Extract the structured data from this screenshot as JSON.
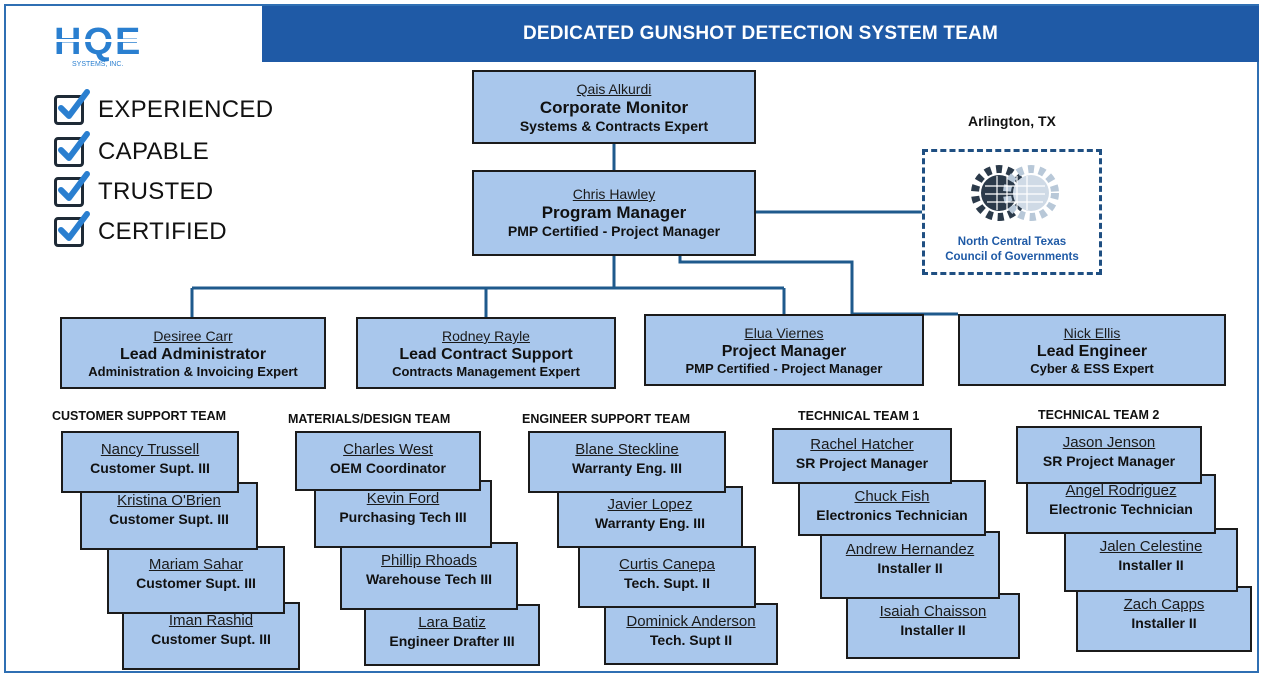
{
  "header": {
    "title": "DEDICATED GUNSHOT DETECTION SYSTEM TEAM"
  },
  "logo": {
    "text": "HQE",
    "subtext": "SYSTEMS, INC."
  },
  "checklist": [
    "EXPERIENCED",
    "CAPABLE",
    "TRUSTED",
    "CERTIFIED"
  ],
  "partner": {
    "city": "Arlington, TX",
    "line1": "North Central Texas",
    "line2": "Council of Governments"
  },
  "corporate_monitor": {
    "name": "Qais Alkurdi",
    "role": "Corporate Monitor",
    "subtitle": "Systems & Contracts Expert"
  },
  "program_manager": {
    "name": "Chris Hawley",
    "role": "Program Manager",
    "subtitle": "PMP Certified - Project  Manager"
  },
  "leads": [
    {
      "name": "Desiree Carr",
      "role": "Lead Administrator",
      "subtitle": "Administration & Invoicing Expert"
    },
    {
      "name": "Rodney Rayle",
      "role": "Lead Contract Support",
      "subtitle": "Contracts Management Expert"
    },
    {
      "name": "Elua Viernes",
      "role": "Project Manager",
      "subtitle": "PMP Certified - Project Manager"
    },
    {
      "name": "Nick Ellis",
      "role": "Lead Engineer",
      "subtitle": "Cyber & ESS Expert"
    }
  ],
  "teams": [
    {
      "title": "CUSTOMER SUPPORT TEAM",
      "members": [
        {
          "name": "Nancy Trussell",
          "role": "Customer Supt. III"
        },
        {
          "name": "Kristina O'Brien",
          "role": "Customer Supt. III"
        },
        {
          "name": "Mariam Sahar",
          "role": "Customer Supt. III"
        },
        {
          "name": "Iman Rashid",
          "role": "Customer Supt. III"
        }
      ]
    },
    {
      "title": "MATERIALS/DESIGN TEAM",
      "members": [
        {
          "name": "Charles West",
          "role": "OEM Coordinator"
        },
        {
          "name": "Kevin Ford",
          "role": "Purchasing Tech III"
        },
        {
          "name": "Phillip Rhoads",
          "role": "Warehouse Tech III"
        },
        {
          "name": "Lara Batiz",
          "role": "Engineer Drafter III"
        }
      ]
    },
    {
      "title": "ENGINEER SUPPORT TEAM",
      "members": [
        {
          "name": "Blane Steckline",
          "role": "Warranty Eng. III"
        },
        {
          "name": "Javier Lopez",
          "role": "Warranty Eng. III"
        },
        {
          "name": "Curtis Canepa",
          "role": "Tech. Supt. II"
        },
        {
          "name": "Dominick Anderson",
          "role": "Tech. Supt II"
        }
      ]
    },
    {
      "title": "TECHNICAL TEAM 1",
      "members": [
        {
          "name": "Rachel Hatcher",
          "role": "SR Project Manager"
        },
        {
          "name": "Chuck Fish",
          "role": "Electronics Technician"
        },
        {
          "name": "Andrew Hernandez",
          "role": "Installer II"
        },
        {
          "name": "Isaiah Chaisson",
          "role": "Installer II"
        }
      ]
    },
    {
      "title": "TECHNICAL  TEAM 2",
      "members": [
        {
          "name": "Jason Jenson",
          "role": "SR Project Manager"
        },
        {
          "name": "Angel Rodriguez",
          "role": "Electronic Technician"
        },
        {
          "name": "Jalen Celestine",
          "role": "Installer II"
        },
        {
          "name": "Zach Capps",
          "role": "Installer II"
        }
      ]
    }
  ]
}
